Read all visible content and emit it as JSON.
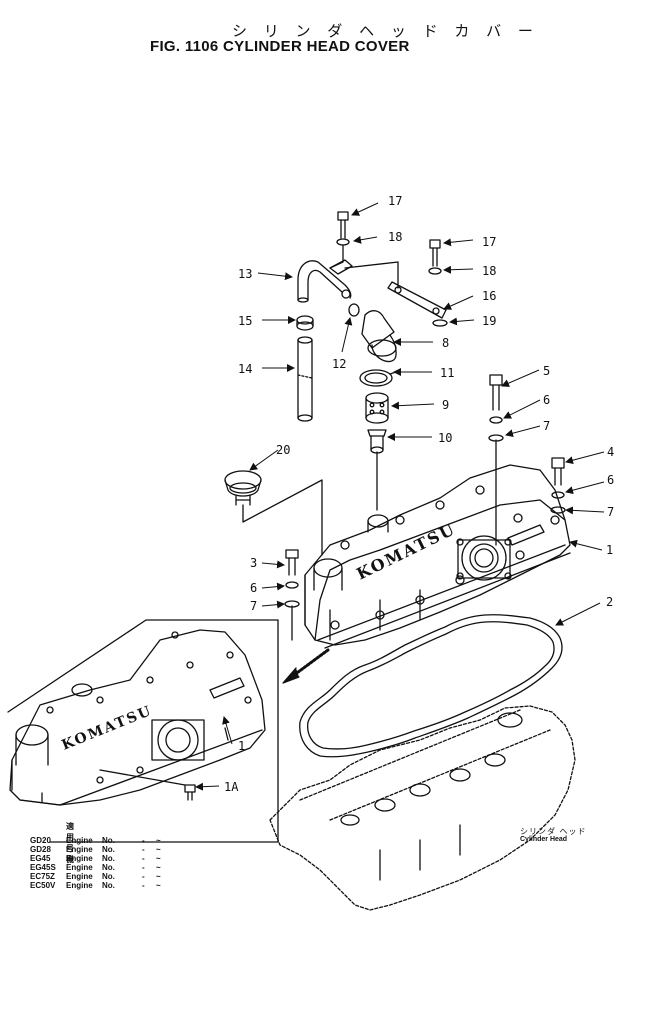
{
  "title_jp": "シ リ ン ダ ヘ ッ ド カ バ ー",
  "title_en": "FIG. 1106  CYLINDER HEAD COVER",
  "callouts": [
    "17",
    "18",
    "17",
    "18",
    "13",
    "16",
    "15",
    "19",
    "8",
    "12",
    "14",
    "11",
    "5",
    "9",
    "6",
    "7",
    "10",
    "20",
    "4",
    "6",
    "7",
    "1",
    "3",
    "6",
    "7",
    "2",
    "1",
    "1A"
  ],
  "cover_logo": "KOMATSU",
  "inset_logo": "KOMATSU",
  "applicability_header": "適用号機",
  "applicability": [
    {
      "model": "GD20",
      "engine": "Engine",
      "no": "No.",
      "dash": "-",
      "tilde": "~"
    },
    {
      "model": "GD28",
      "engine": "Engine",
      "no": "No.",
      "dash": "-",
      "tilde": "~"
    },
    {
      "model": "EG45",
      "engine": "Engine",
      "no": "No.",
      "dash": "-",
      "tilde": "~"
    },
    {
      "model": "EG45S",
      "engine": "Engine",
      "no": "No.",
      "dash": "-",
      "tilde": "~"
    },
    {
      "model": "EC75Z",
      "engine": "Engine",
      "no": "No.",
      "dash": "-",
      "tilde": "~"
    },
    {
      "model": "EC50V",
      "engine": "Engine",
      "no": "No.",
      "dash": "-",
      "tilde": "~"
    }
  ],
  "cylinder_head_jp": "シリンダ ヘッド",
  "cylinder_head_en": "Cylinder Head"
}
